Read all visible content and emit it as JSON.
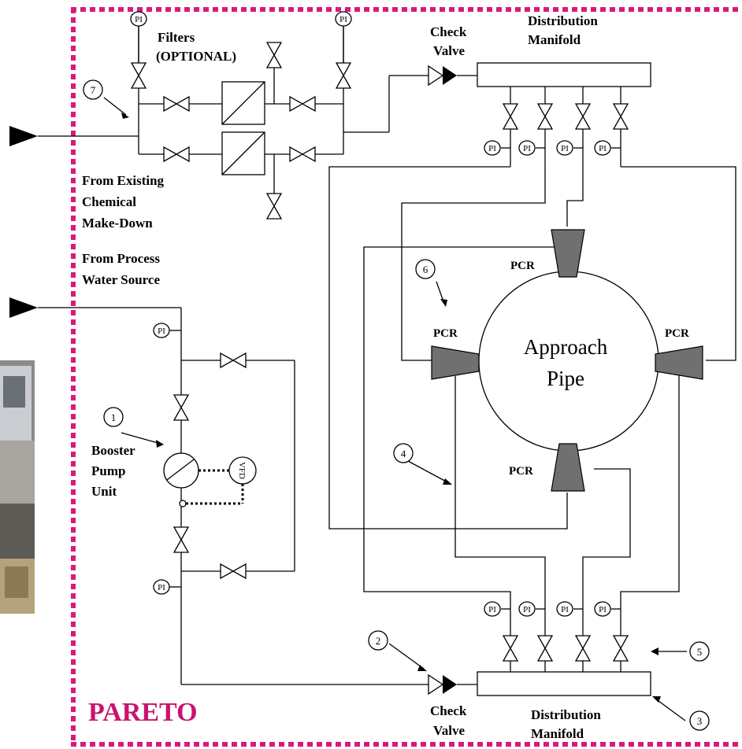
{
  "labels": {
    "filters_line1": "Filters",
    "filters_line2": "(OPTIONAL)",
    "check_valve_line1": "Check",
    "check_valve_line2": "Valve",
    "dist_manifold_line1": "Distribution",
    "dist_manifold_line2": "Manifold",
    "from_chem_1": "From Existing",
    "from_chem_2": "Chemical",
    "from_chem_3": "Make-Down",
    "from_water_1": "From Process",
    "from_water_2": "Water Source",
    "booster_1": "Booster",
    "booster_2": "Pump",
    "booster_3": "Unit",
    "approach_1": "Approach",
    "approach_2": "Pipe",
    "pcr": "PCR",
    "pi": "PI",
    "vfd": "VFD"
  },
  "callouts": [
    "1",
    "2",
    "3",
    "4",
    "5",
    "6",
    "7"
  ],
  "brand": "PARETO",
  "colors": {
    "brand": "#c8146e",
    "border": "#d81b7a",
    "pcr_fill": "#707070"
  }
}
